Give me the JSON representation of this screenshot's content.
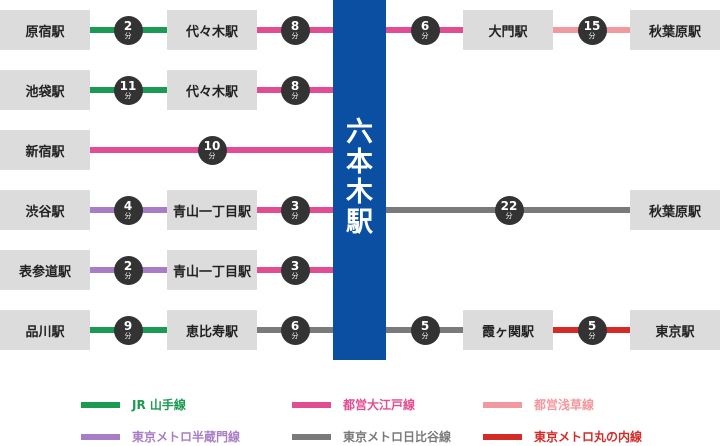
{
  "hub": {
    "label": [
      "六",
      "本",
      "木",
      "駅"
    ]
  },
  "colors": {
    "yamanote": "#1a9a52",
    "oedo": "#e24c93",
    "asakusa": "#f2999f",
    "hanzomon": "#a97dc5",
    "hibiya": "#7a7a7a",
    "marunouchi": "#d42b27",
    "hub": "#0b4fa3",
    "badge": "#333333",
    "box": "#dcdcdc"
  },
  "routes": [
    {
      "origin": "原宿駅",
      "via": "代々木駅",
      "seg1_min": "2",
      "seg2_min": "8",
      "seg1_line": "yamanote",
      "seg2_line": "oedo"
    },
    {
      "origin": "池袋駅",
      "via": "代々木駅",
      "seg1_min": "11",
      "seg2_min": "8",
      "seg1_line": "yamanote",
      "seg2_line": "oedo"
    },
    {
      "origin": "新宿駅",
      "min": "10",
      "line": "oedo"
    },
    {
      "origin": "渋谷駅",
      "via": "青山一丁目駅",
      "seg1_min": "4",
      "seg2_min": "3",
      "seg1_line": "hanzomon",
      "seg2_line": "oedo"
    },
    {
      "origin": "表参道駅",
      "via": "青山一丁目駅",
      "seg1_min": "2",
      "seg2_min": "3",
      "seg1_line": "hanzomon",
      "seg2_line": "oedo"
    },
    {
      "origin": "品川駅",
      "via": "恵比寿駅",
      "seg1_min": "9",
      "seg2_min": "6",
      "seg1_line": "yamanote",
      "seg2_line": "hibiya"
    }
  ],
  "right_routes": [
    {
      "via": "大門駅",
      "dest": "秋葉原駅",
      "seg1_min": "6",
      "seg2_min": "15",
      "seg1_line": "oedo",
      "seg2_line": "asakusa"
    },
    {
      "dest": "秋葉原駅",
      "min": "22",
      "line": "hibiya"
    },
    {
      "via": "霞ヶ関駅",
      "dest": "東京駅",
      "seg1_min": "5",
      "seg2_min": "5",
      "seg1_line": "hibiya",
      "seg2_line": "marunouchi"
    }
  ],
  "minute_unit": "分",
  "legend": [
    {
      "label": "JR 山手線",
      "color_key": "yamanote"
    },
    {
      "label": "都営大江戸線",
      "color_key": "oedo"
    },
    {
      "label": "都営浅草線",
      "color_key": "asakusa"
    },
    {
      "label": "東京メトロ半蔵門線",
      "color_key": "hanzomon"
    },
    {
      "label": "東京メトロ日比谷線",
      "color_key": "hibiya"
    },
    {
      "label": "東京メトロ丸の内線",
      "color_key": "marunouchi"
    }
  ]
}
